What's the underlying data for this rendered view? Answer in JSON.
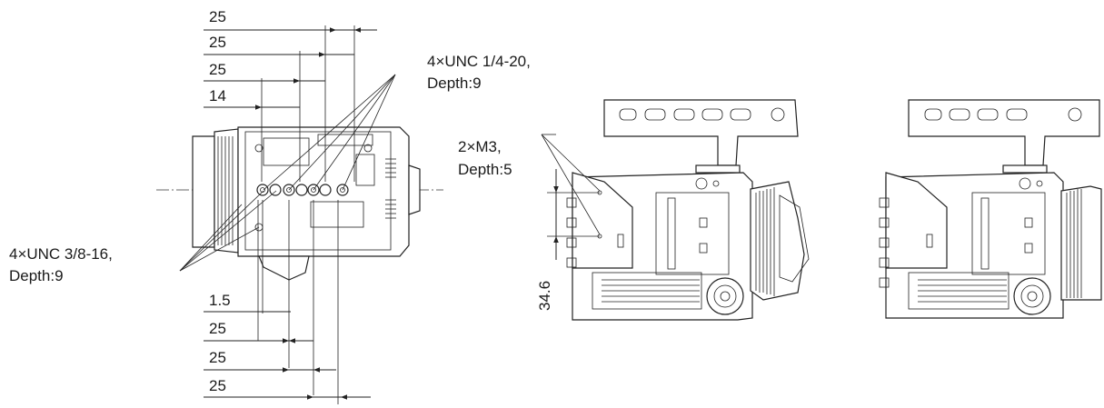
{
  "callouts": {
    "top_holes_line1": "4×UNC 1/4-20,",
    "top_holes_line2": "Depth:9",
    "bottom_holes_line1": "4×UNC 3/8-16,",
    "bottom_holes_line2": "Depth:9",
    "side_holes_line1": "2×M3,",
    "side_holes_line2": "Depth:5"
  },
  "top_dimensions": [
    "25",
    "25",
    "25",
    "14"
  ],
  "bottom_dimensions": [
    "1.5",
    "25",
    "25",
    "25"
  ],
  "side_dimension": "34.6"
}
